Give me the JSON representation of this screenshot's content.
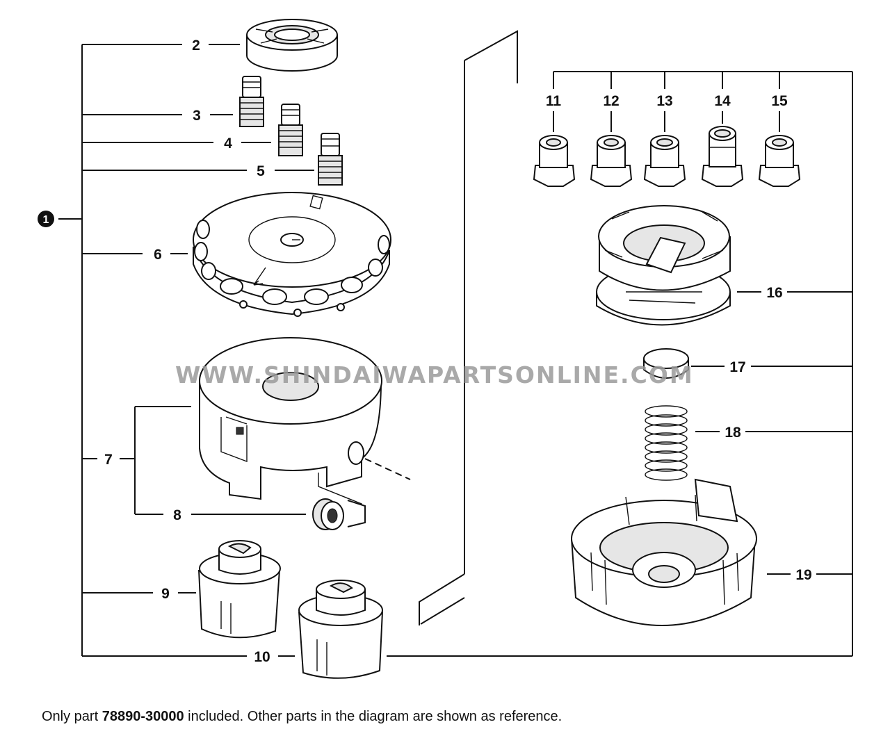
{
  "diagram": {
    "assembly_marker": "1",
    "parts": [
      {
        "id": "p2",
        "number": "2"
      },
      {
        "id": "p3",
        "number": "3"
      },
      {
        "id": "p4",
        "number": "4"
      },
      {
        "id": "p5",
        "number": "5"
      },
      {
        "id": "p6",
        "number": "6"
      },
      {
        "id": "p7",
        "number": "7"
      },
      {
        "id": "p8",
        "number": "8"
      },
      {
        "id": "p9",
        "number": "9"
      },
      {
        "id": "p10",
        "number": "10"
      },
      {
        "id": "p11",
        "number": "11"
      },
      {
        "id": "p12",
        "number": "12"
      },
      {
        "id": "p13",
        "number": "13"
      },
      {
        "id": "p14",
        "number": "14"
      },
      {
        "id": "p15",
        "number": "15"
      },
      {
        "id": "p16",
        "number": "16"
      },
      {
        "id": "p17",
        "number": "17"
      },
      {
        "id": "p18",
        "number": "18"
      },
      {
        "id": "p19",
        "number": "19"
      }
    ],
    "watermark": "WWW.SHINDAIWAPARTSONLINE.COM"
  },
  "footer": {
    "prefix": "Only part ",
    "part_number": "78890-30000",
    "suffix": " included. Other parts in the diagram are shown as reference."
  }
}
